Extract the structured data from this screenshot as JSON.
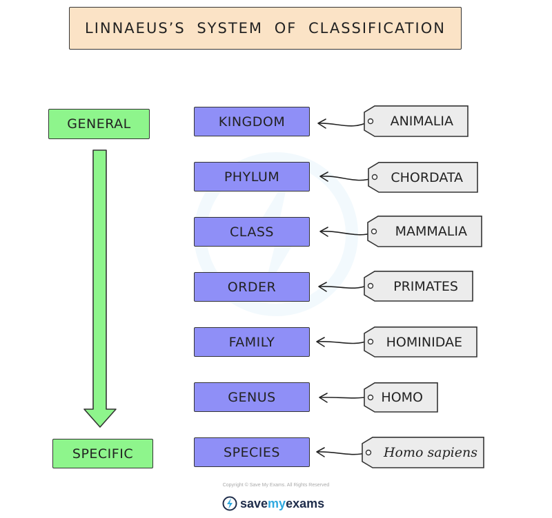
{
  "title": "LINNAEUS’S SYSTEM OF CLASSIFICATION",
  "scale": {
    "top_label": "GENERAL",
    "bottom_label": "SPECIFIC",
    "arrow_color": "#8ef58c"
  },
  "ranks": [
    {
      "rank": "KINGDOM",
      "example": "ANIMALIA"
    },
    {
      "rank": "PHYLUM",
      "example": "CHORDATA"
    },
    {
      "rank": "CLASS",
      "example": "MAMMALIA"
    },
    {
      "rank": "ORDER",
      "example": "PRIMATES"
    },
    {
      "rank": "FAMILY",
      "example": "HOMINIDAE"
    },
    {
      "rank": "GENUS",
      "example": "HOMO"
    },
    {
      "rank": "SPECIES",
      "example": "Homo sapiens"
    }
  ],
  "colors": {
    "title_bg": "#fbe3c6",
    "green": "#8ef58c",
    "rank_bg": "#8f8ff7",
    "tag_bg": "#ececec"
  },
  "footer": {
    "copyright": "Copyright © Save My Exams. All Rights Reserved",
    "brand_save": "save",
    "brand_my": "my",
    "brand_exams": "exams"
  }
}
